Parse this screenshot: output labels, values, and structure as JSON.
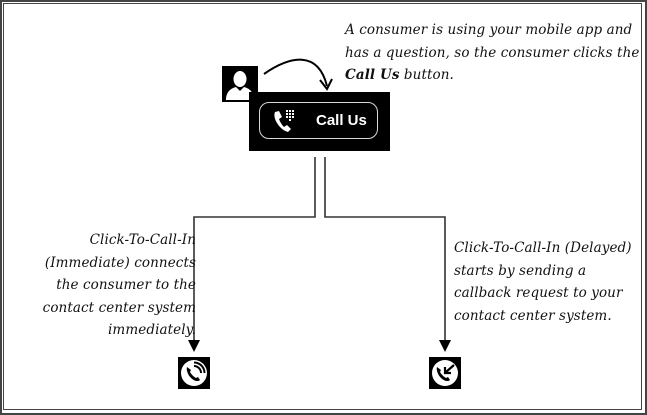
{
  "diagram": {
    "top_note": {
      "line1": "A consumer is using your mobile app and",
      "line2": "has a question, so the consumer clicks the",
      "line3_bold": "Call Us",
      "line3_rest": " button."
    },
    "call_button": {
      "label": "Call Us",
      "icon": "phone-keypad-icon"
    },
    "user_icon": "user-avatar-icon",
    "left_branch": {
      "lines": [
        "Click-To-Call-In",
        "(Immediate) connects",
        "the consumer to the",
        "contact center system",
        "immediately."
      ],
      "icon": "phone-ringing-icon"
    },
    "right_branch": {
      "lines": [
        "Click-To-Call-In (Delayed)",
        "starts by sending a",
        "callback request to your",
        "contact center system."
      ],
      "icon": "phone-callback-icon"
    }
  }
}
